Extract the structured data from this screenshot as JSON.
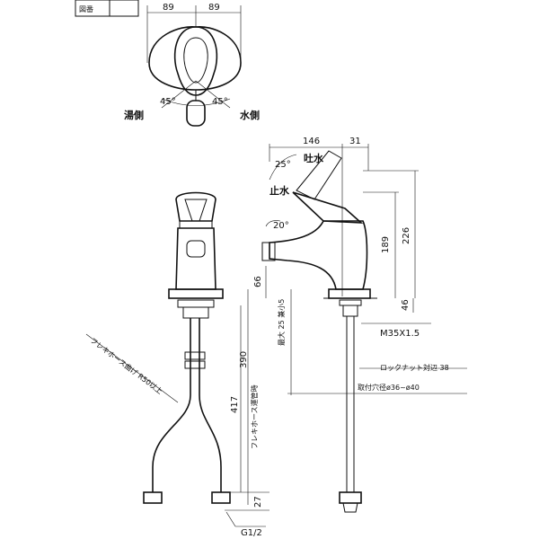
{
  "title_block": {
    "label": "図番"
  },
  "top_view": {
    "dim_left": "89",
    "dim_right": "89",
    "angle_left": "45°",
    "angle_right": "45°",
    "hot_side": "湯側",
    "cold_side": "水側"
  },
  "side_view": {
    "dim_width": "146",
    "dim_offset": "31",
    "angle_open": "25°",
    "label_spout": "吐水",
    "label_stop": "止水",
    "angle_spout": "20°",
    "dim_189": "189",
    "dim_226": "226",
    "dim_66": "66",
    "dim_46": "46",
    "thread": "M35X1.5",
    "max_thickness": "最大 25 兼小5",
    "dim_390": "390",
    "lock_nut": "ロックナット対辺 38",
    "mount_hole": "取付穴径ø36~ø40"
  },
  "front_view": {
    "hose_bend": "フレキホース曲げ R50以上",
    "hose_length_label": "フレキホース運管時",
    "dim_417": "417",
    "dim_27": "27",
    "connection": "G1/2"
  }
}
